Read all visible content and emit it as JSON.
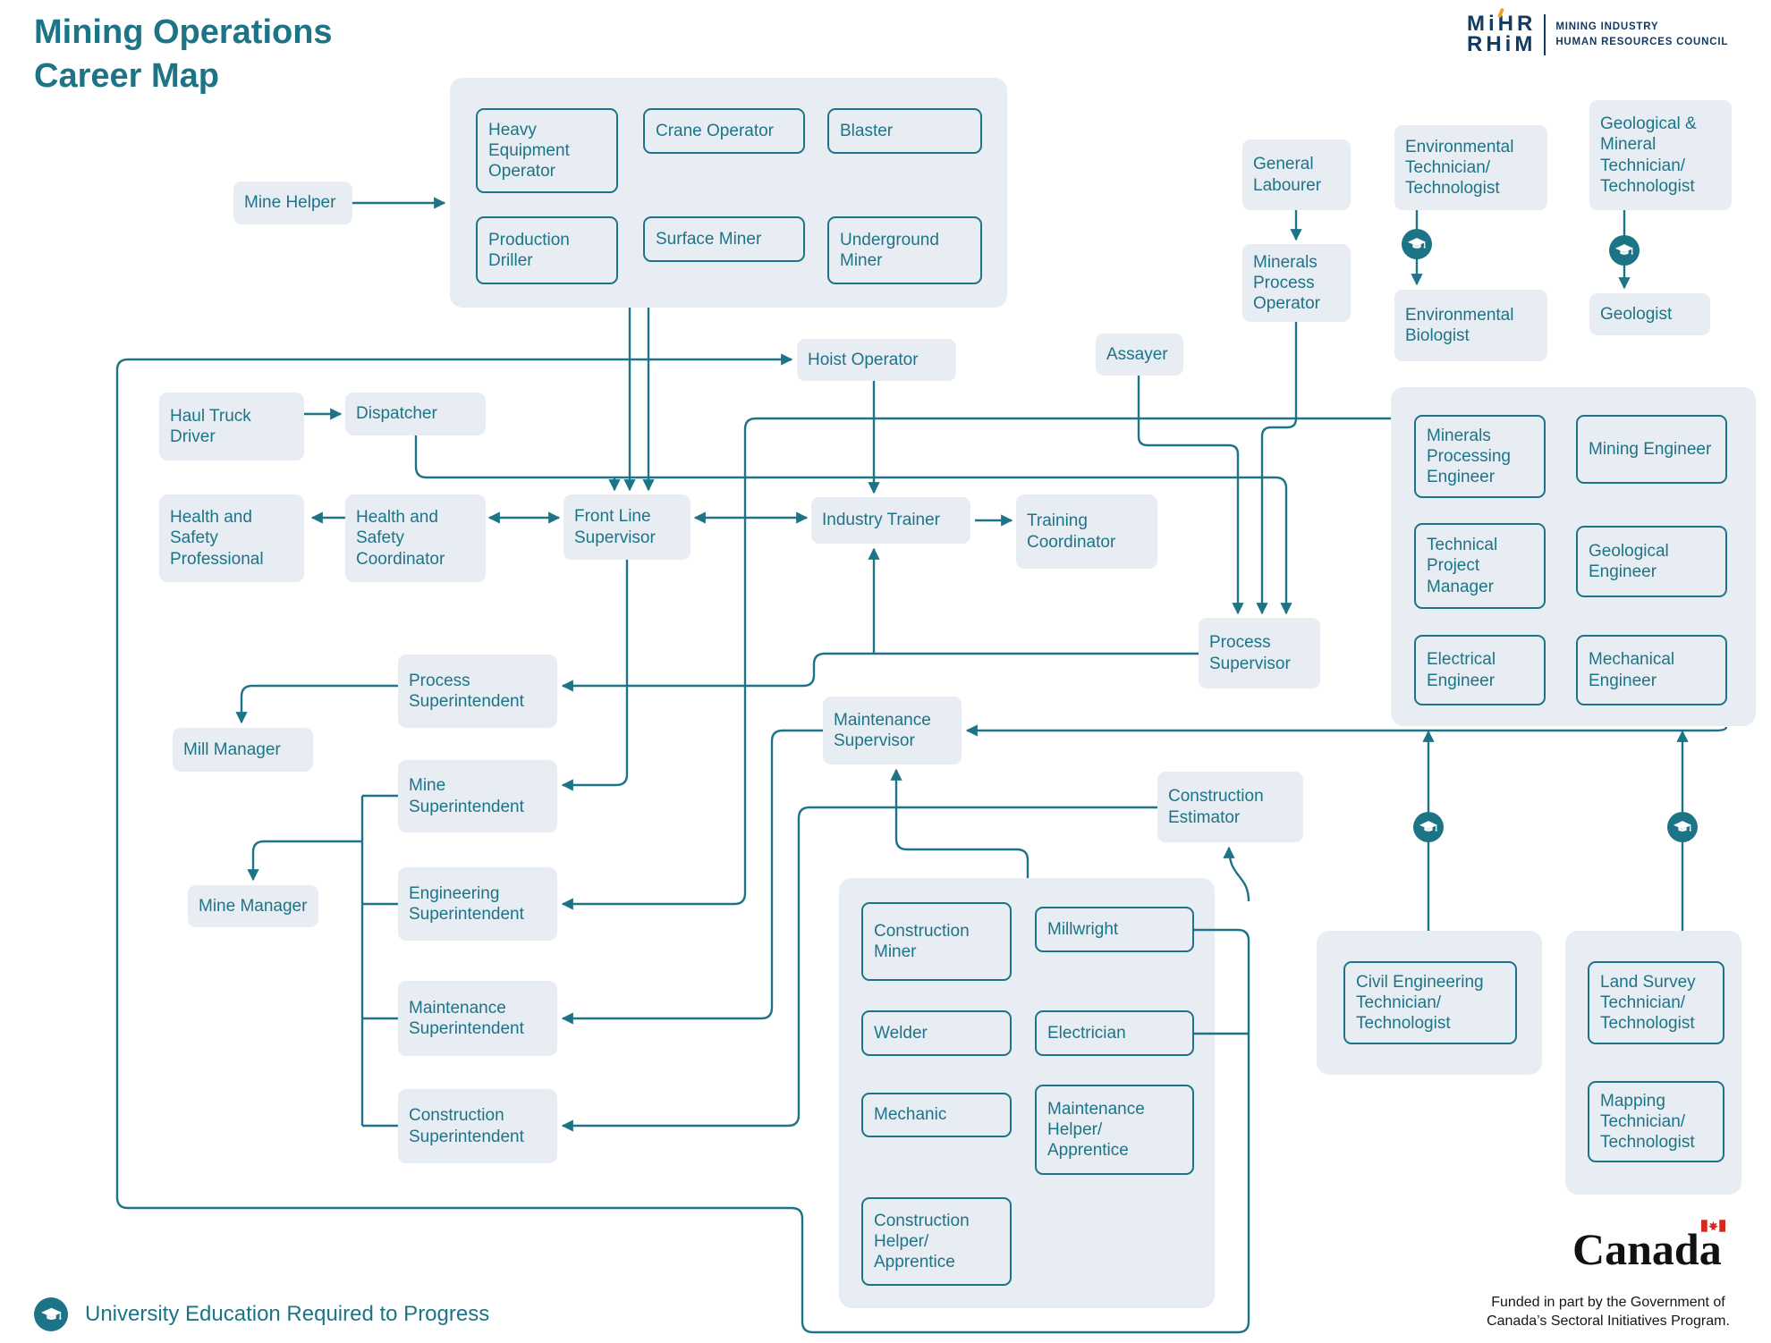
{
  "title": {
    "line1": "Mining Operations",
    "line2": "Career Map"
  },
  "logo": {
    "line1": "MiHR",
    "line2": "RHiM",
    "caption1": "MINING INDUSTRY",
    "caption2": "HUMAN RESOURCES COUNCIL"
  },
  "legend": {
    "text": "University Education Required to Progress"
  },
  "footer": {
    "wordmark": "Canada",
    "funded_line1": "Funded in part by the Government of",
    "funded_line2": "Canada’s Sectoral Initiatives Program."
  },
  "colors": {
    "teal": "#1d7486",
    "node_background": "#e8edf4",
    "accent_orange": "#f0a32c",
    "navy": "#123a63",
    "flag_red": "#d52b1e"
  },
  "nodes": {
    "mine_helper": "Mine Helper",
    "heavy_equipment_operator": "Heavy Equipment Operator",
    "crane_operator": "Crane Operator",
    "blaster": "Blaster",
    "production_driller": "Production Driller",
    "surface_miner": "Surface Miner",
    "underground_miner": "Underground Miner",
    "hoist_operator": "Hoist Operator",
    "haul_truck_driver": "Haul Truck Driver",
    "dispatcher": "Dispatcher",
    "health_safety_professional": "Health and Safety Professional",
    "health_safety_coordinator": "Health and Safety Coordinator",
    "front_line_supervisor": "Front Line Supervisor",
    "industry_trainer": "Industry Trainer",
    "training_coordinator": "Training Coordinator",
    "assayer": "Assayer",
    "general_labourer": "General Labourer",
    "minerals_process_operator": "Minerals Process Operator",
    "environmental_technician": "Environmental Technician/ Technologist",
    "environmental_biologist": "Environmental Biologist",
    "geological_mineral_technician": "Geological & Mineral Technician/ Technologist",
    "geologist": "Geologist",
    "minerals_processing_engineer": "Minerals Processing Engineer",
    "mining_engineer": "Mining Engineer",
    "technical_project_manager": "Technical Project Manager",
    "geological_engineer": "Geological Engineer",
    "electrical_engineer": "Electrical Engineer",
    "mechanical_engineer": "Mechanical Engineer",
    "process_supervisor": "Process Supervisor",
    "process_superintendent": "Process Superintendent",
    "mill_manager": "Mill Manager",
    "mine_superintendent": "Mine Superintendent",
    "engineering_superintendent": "Engineering Superintendent",
    "mine_manager": "Mine Manager",
    "maintenance_superintendent": "Maintenance Superintendent",
    "construction_superintendent": "Construction Superintendent",
    "maintenance_supervisor": "Maintenance Supervisor",
    "construction_estimator": "Construction Estimator",
    "construction_miner": "Construction Miner",
    "millwright": "Millwright",
    "welder": "Welder",
    "electrician": "Electrician",
    "mechanic": "Mechanic",
    "maintenance_helper": "Maintenance Helper/ Apprentice",
    "construction_helper": "Construction Helper/ Apprentice",
    "civil_engineering_technician": "Civil Engineering Technician/ Technologist",
    "land_survey_technician": "Land Survey Technician/ Technologist",
    "mapping_technician": "Mapping Technician/ Technologist"
  }
}
